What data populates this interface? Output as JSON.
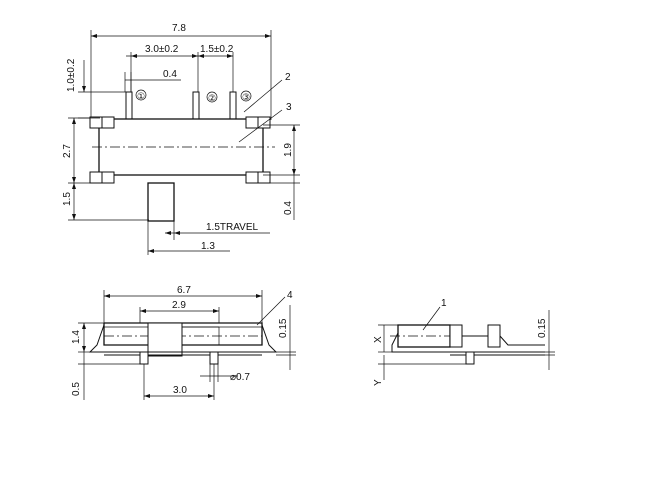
{
  "top_view": {
    "dims": {
      "overall_width": "7.8",
      "pin_pitch_1_2": "3.0±0.2",
      "pin_pitch_2_3": "1.5±0.2",
      "pin_width": "0.4",
      "pin_height": "1.0±0.2",
      "body_height": "2.7",
      "inner_height": "1.9",
      "actuator_height": "1.5",
      "actuator_offset": "0.4",
      "travel": "1.5TRAVEL",
      "actuator_width": "1.3"
    },
    "pins": [
      "①",
      "②",
      "③"
    ],
    "callouts": [
      "2",
      "3"
    ]
  },
  "front_view": {
    "dims": {
      "overall_width": "6.7",
      "slot_width": "2.9",
      "body_height": "1.4",
      "lead_thickness": "0.15",
      "standoff": "0.5",
      "post_pitch": "3.0",
      "post_diameter": "⌀0.7"
    },
    "callouts": [
      "4"
    ]
  },
  "side_view": {
    "dims": {
      "x_label": "X",
      "y_label": "Y",
      "lead_thickness": "0.15"
    },
    "callouts": [
      "1"
    ]
  }
}
